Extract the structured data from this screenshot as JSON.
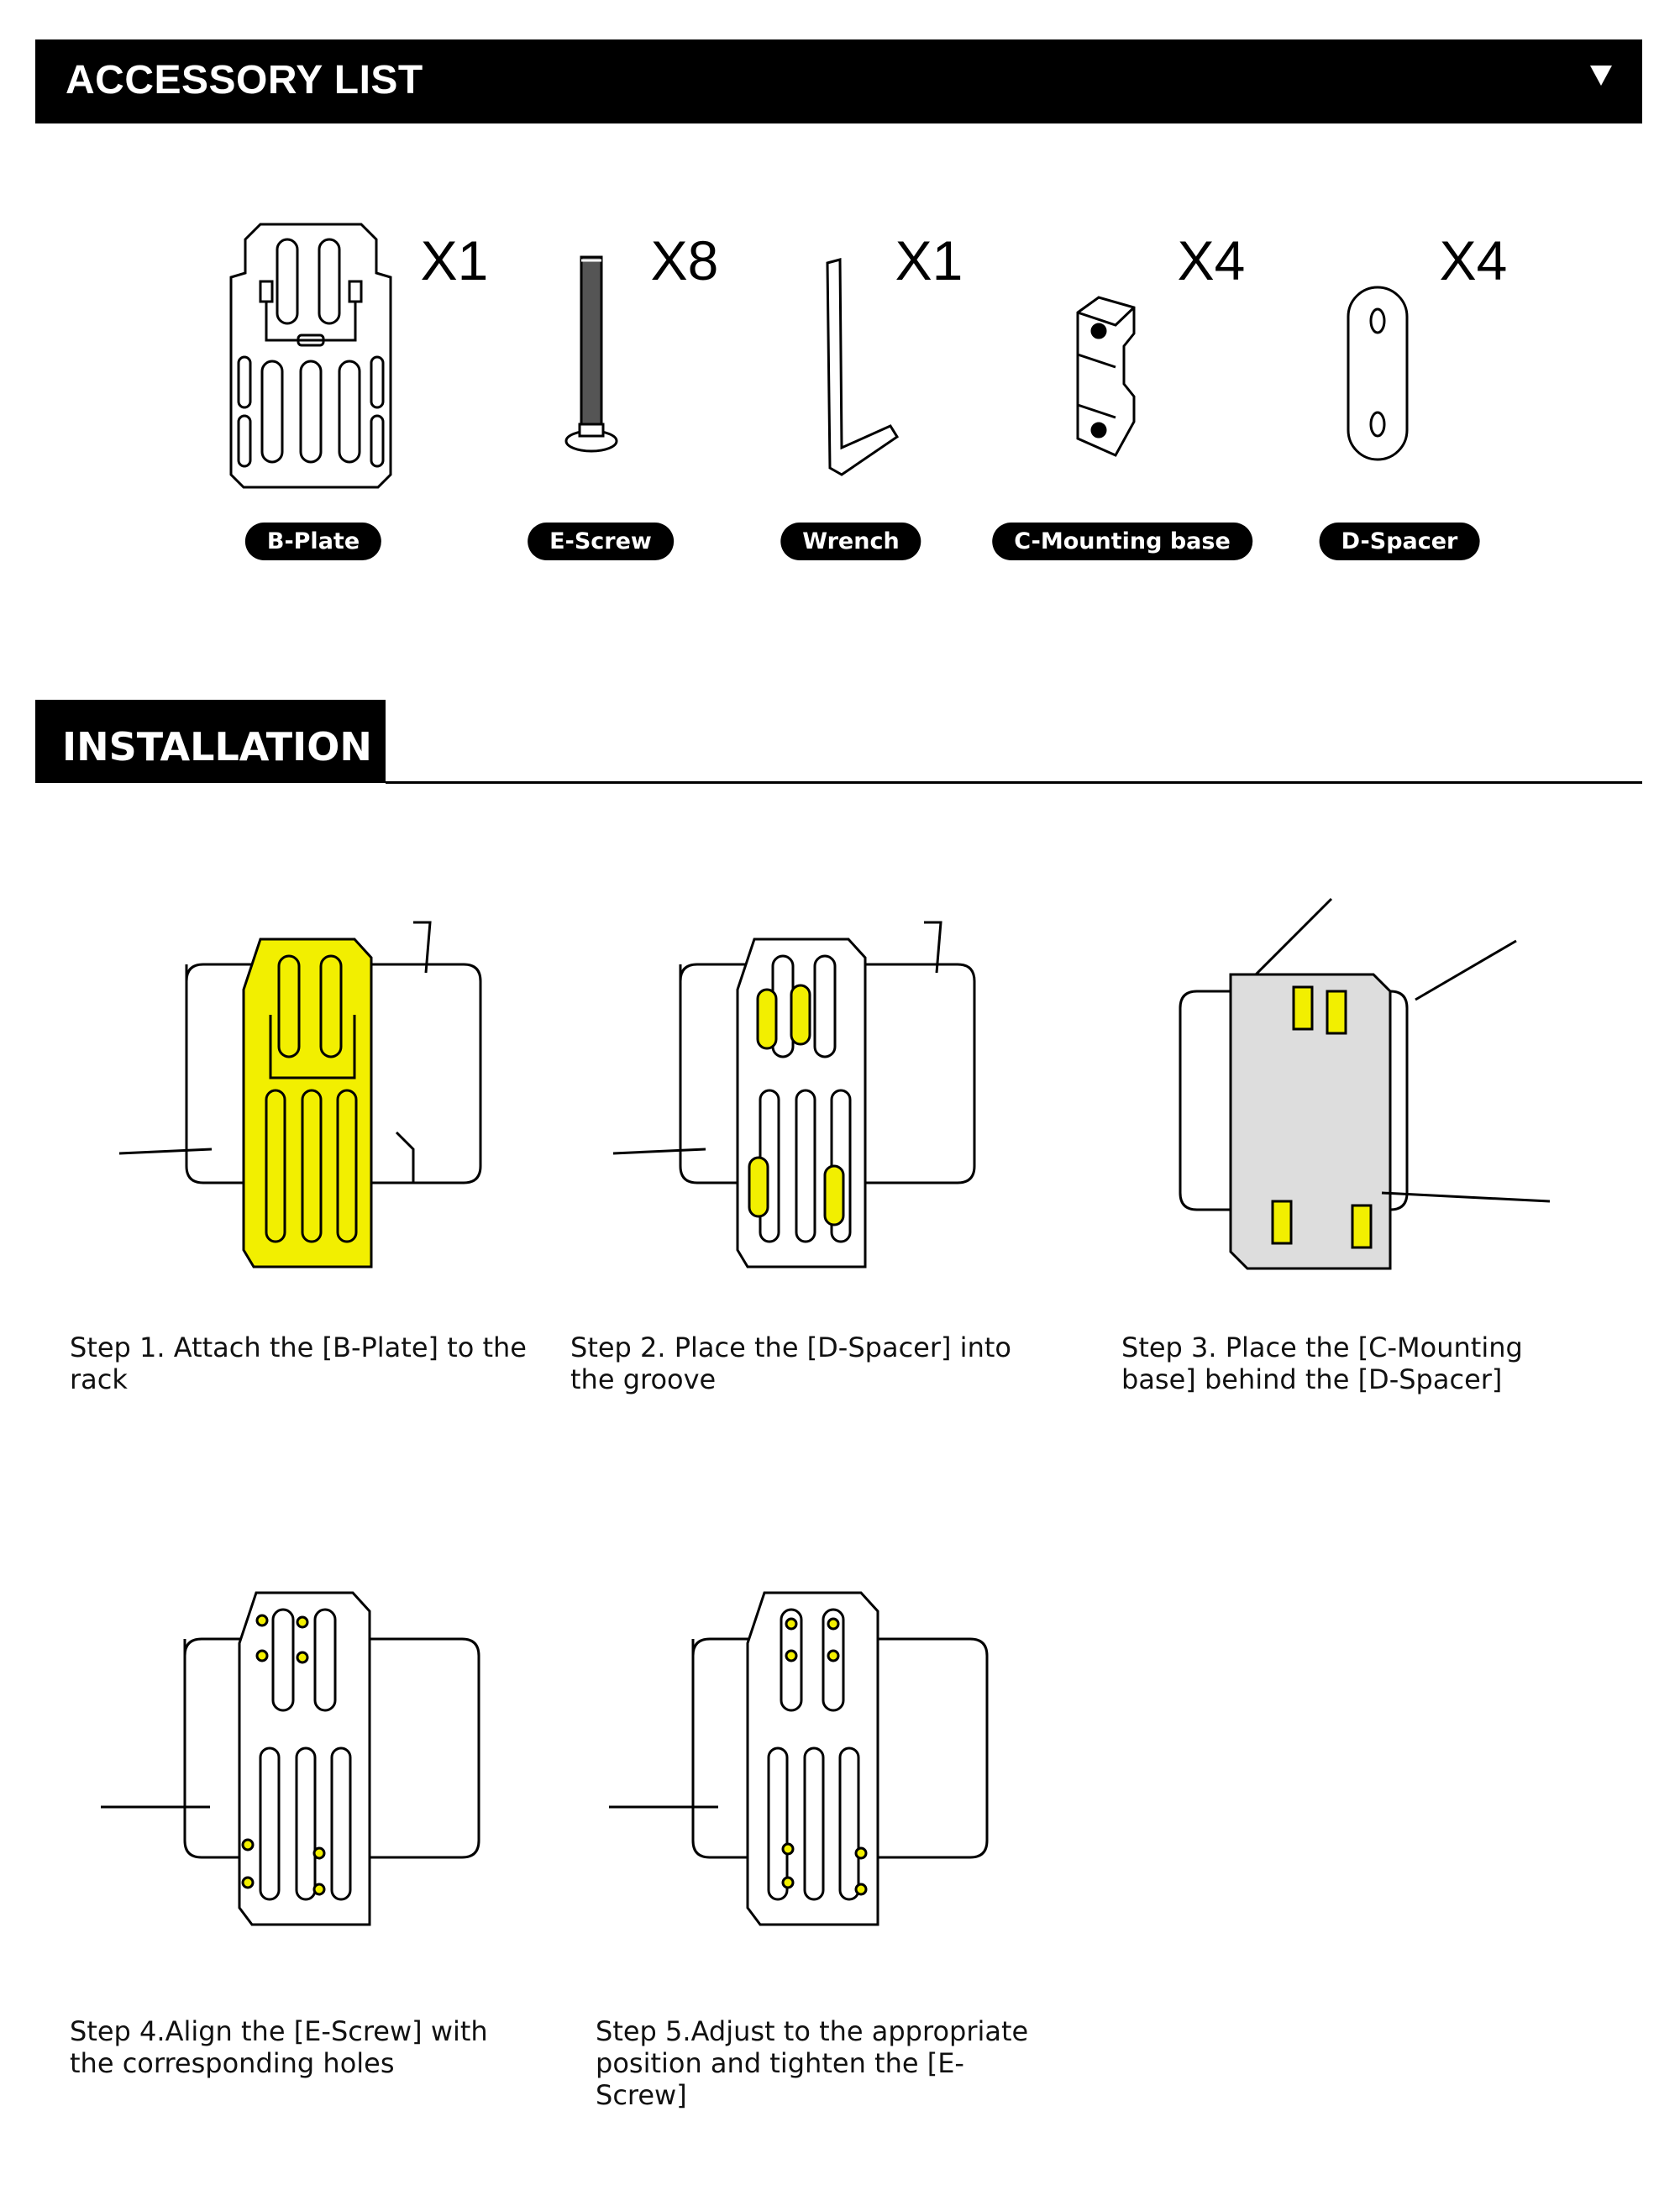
{
  "accessory": {
    "title": "ACCESSORY LIST",
    "items": [
      {
        "label": "B-Plate",
        "qty": "X1"
      },
      {
        "label": "E-Screw",
        "qty": "X8"
      },
      {
        "label": "Wrench",
        "qty": "X1"
      },
      {
        "label": "C-Mounting base",
        "qty": "X4"
      },
      {
        "label": "D-Spacer",
        "qty": "X4"
      }
    ]
  },
  "installation": {
    "title": "INSTALLATION",
    "steps": [
      "Step 1. Attach the [B-Plate] to the rack",
      "Step 2. Place the [D-Spacer] into the groove",
      "Step 3. Place the [C-Mounting base] behind the [D-Spacer]",
      "Step 4.Align the [E-Screw] with the corresponding holes",
      "Step 5.Adjust to the appropriate position and tighten the [E-Screw]"
    ]
  },
  "colors": {
    "highlight": "#f2ef00",
    "bar": "#000000"
  }
}
